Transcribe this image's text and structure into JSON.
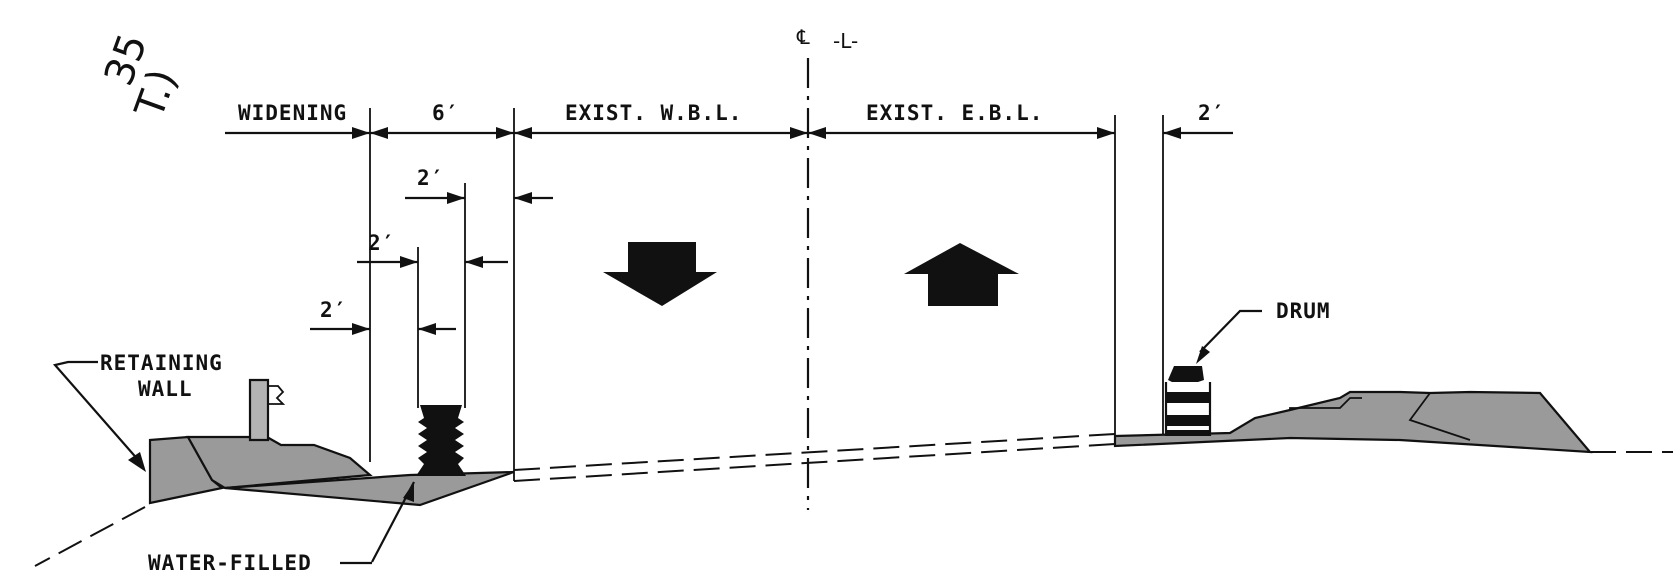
{
  "labels": {
    "widening": "WIDENING",
    "six_ft": "6′",
    "exist_wbl": "EXIST. W.B.L.",
    "exist_ebl": "EXIST. E.B.L.",
    "two_ft_right": "2′",
    "two_ft_a": "2′",
    "two_ft_b": "2′",
    "two_ft_c": "2′",
    "centerline_symbol": "℄",
    "centerline_name": "-L-",
    "drum": "DRUM",
    "retaining_wall_1": "RETAINING",
    "retaining_wall_2": "WALL",
    "water_filled": "WATER-FILLED",
    "corner_text_1": "35",
    "corner_text_2": "T.)"
  },
  "colors": {
    "ink": "#111111",
    "fill_gray": "#9a9a9a"
  }
}
